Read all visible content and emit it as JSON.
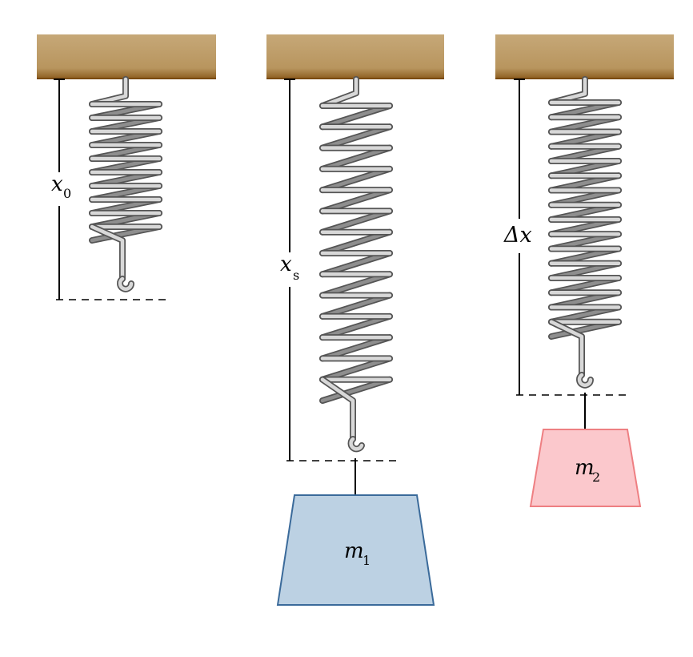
{
  "colors": {
    "ceiling_top": "#c2a472",
    "ceiling_bottom": "#9a6a28",
    "ceiling_edge": "#7a4a10",
    "coil_fill": "#d8d8d8",
    "coil_back": "#8e8e8e",
    "coil_outline": "#555555",
    "mass1_fill": "#bcd1e3",
    "mass1_stroke": "#3a6a9a",
    "mass2_fill": "#fbc8cc",
    "mass2_stroke": "#ee7f82"
  },
  "springs": [
    {
      "id": "unloaded",
      "length_label_main": "x",
      "length_label_sub": "0",
      "coil_count": 10,
      "mass": null
    },
    {
      "id": "loaded-m1",
      "length_label_main": "x",
      "length_label_sub": "s",
      "coil_count": 14,
      "mass": {
        "label_main": "m",
        "label_sub": "1"
      }
    },
    {
      "id": "loaded-m2",
      "length_label_main": "Δx",
      "length_label_sub": "",
      "coil_count": 16,
      "mass": {
        "label_main": "m",
        "label_sub": "2"
      }
    }
  ]
}
